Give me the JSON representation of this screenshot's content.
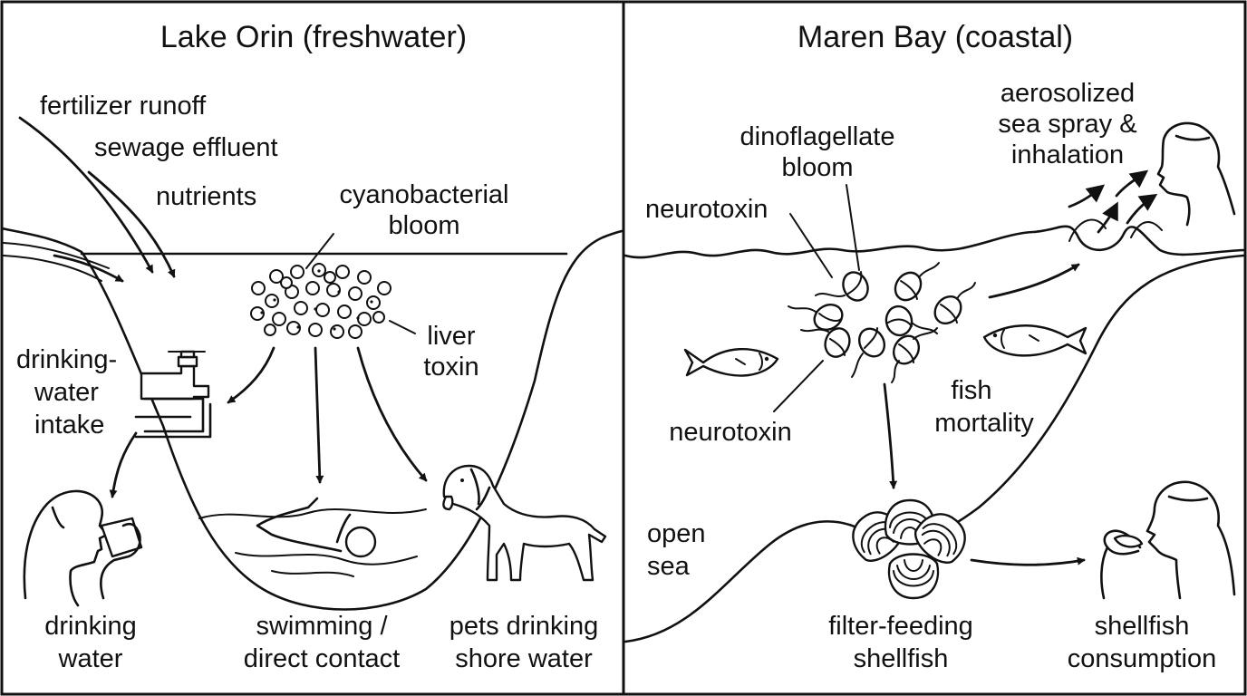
{
  "panels": {
    "left": {
      "title": "Lake Orin (freshwater)",
      "sources": [
        "fertilizer runoff",
        "sewage effluent",
        "nutrients"
      ],
      "bloom": [
        "cyanobacterial",
        "bloom"
      ],
      "toxin": [
        "liver",
        "toxin"
      ],
      "intake": [
        "drinking-",
        "water",
        "intake"
      ],
      "exposures": {
        "drinking": [
          "drinking",
          "water"
        ],
        "swimming": [
          "swimming /",
          "direct contact"
        ],
        "pets": [
          "pets drinking",
          "shore water"
        ]
      }
    },
    "right": {
      "title": "Maren Bay (coastal)",
      "bloom": [
        "dinoflagellate",
        "bloom"
      ],
      "toxin_top": "neurotoxin",
      "toxin_bottom": "neurotoxin",
      "aerosol": [
        "aerosolized",
        "sea spray &",
        "inhalation"
      ],
      "fish": [
        "fish",
        "mortality"
      ],
      "sea": [
        "open",
        "sea"
      ],
      "shellfish": [
        "filter-feeding",
        "shellfish"
      ],
      "consumption": [
        "shellfish",
        "consumption"
      ]
    }
  }
}
